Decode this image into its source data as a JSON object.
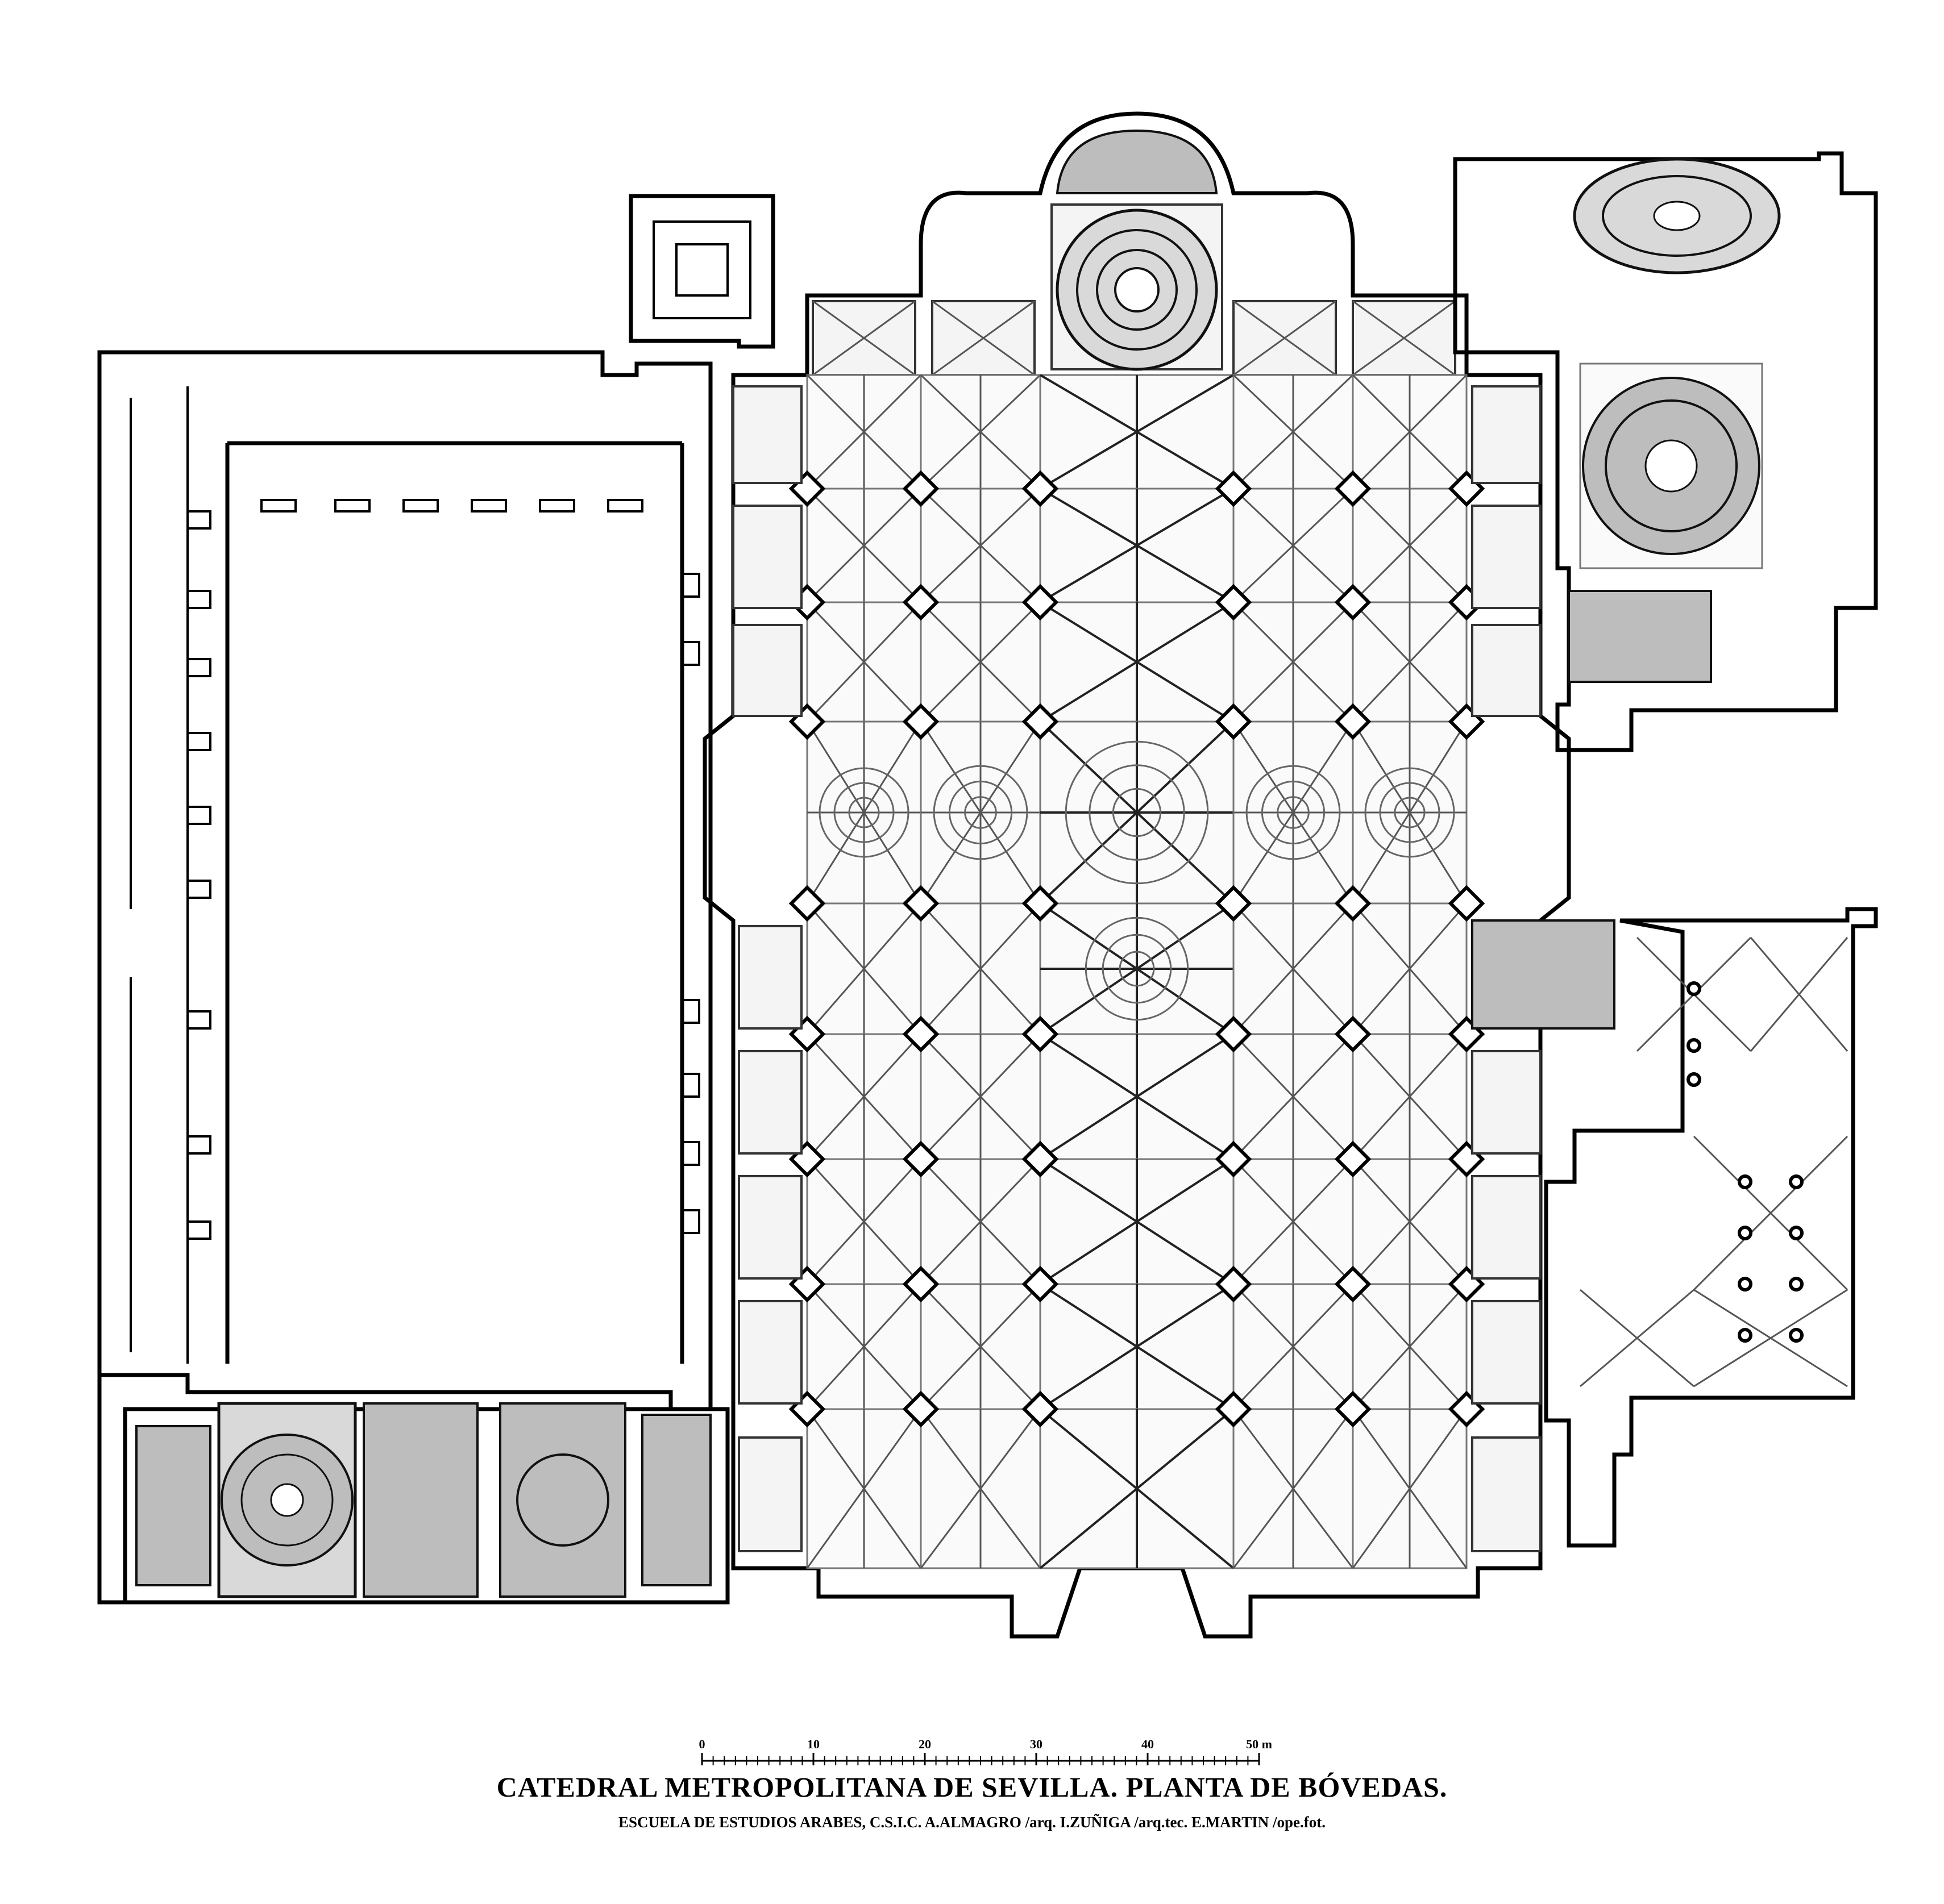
{
  "title": "CATEDRAL METROPOLITANA DE SEVILLA. PLANTA DE BÓVEDAS.",
  "credits": "ESCUELA DE ESTUDIOS ARABES, C.S.I.C.  A.ALMAGRO /arq.  I.ZUÑIGA /arq.tec.  E.MARTIN /ope.fot.",
  "scale": {
    "ticks": [
      "0",
      "10",
      "20",
      "30",
      "40",
      "50 m"
    ],
    "max_m": 50,
    "minor_divisions": 50
  },
  "colors": {
    "ink": "#000000",
    "vault_fill": "#f4f4f4",
    "dome_fill": "#d9d9d9"
  }
}
